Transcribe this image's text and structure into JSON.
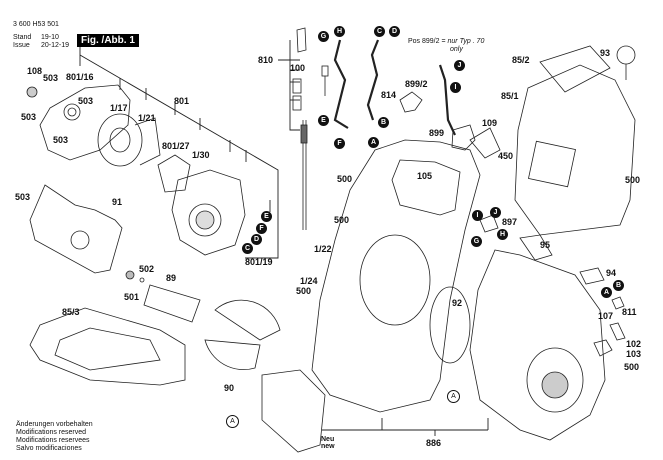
{
  "header": {
    "doc_number": "3 600 H53 501",
    "stand_label": "Stand",
    "issue_label": "Issue",
    "stand_value": "19-10",
    "issue_value": "20-12-19",
    "figure_label": "Fig. /Abb. 1"
  },
  "note": {
    "pos_text": "Pos 899/2 =",
    "pos_italic": "nur Typ . 70",
    "pos_only": "only"
  },
  "footer": {
    "lines": [
      "Änderungen vorbehalten",
      "Modifications reserved",
      "Modifications reservees",
      "Salvo modificaciones"
    ]
  },
  "new_tag": {
    "line1": "Neu",
    "line2": "new"
  },
  "parts": {
    "p108": "108",
    "p503a": "503",
    "p801_16": "801/16",
    "p503b": "503",
    "p503c": "503",
    "p503d": "503",
    "p1_17": "1/17",
    "p1_21": "1/21",
    "p801": "801",
    "p801_27": "801/27",
    "p1_30": "1/30",
    "p503e": "503",
    "p91": "91",
    "p801_19": "801/19",
    "p502": "502",
    "p501": "501",
    "p89": "89",
    "p85_3": "85/3",
    "p90": "90",
    "p810": "810",
    "p100": "100",
    "p814": "814",
    "p899_2": "899/2",
    "p899": "899",
    "p109": "109",
    "p93": "93",
    "p85_2": "85/2",
    "p85_1": "85/1",
    "p450": "450",
    "p500a": "500",
    "p500b": "500",
    "p500c": "500",
    "p500d": "500",
    "p500e": "500",
    "p105": "105",
    "p1_22": "1/22",
    "p1_24": "1/24",
    "p92": "92",
    "p897": "897",
    "p95": "95",
    "p94": "94",
    "p811": "811",
    "p107": "107",
    "p102": "102",
    "p103": "103",
    "p886": "886"
  },
  "markers": {
    "A": "A",
    "B": "B",
    "C": "C",
    "D": "D",
    "E": "E",
    "F": "F",
    "G": "G",
    "H": "H",
    "I": "I",
    "J": "J"
  }
}
